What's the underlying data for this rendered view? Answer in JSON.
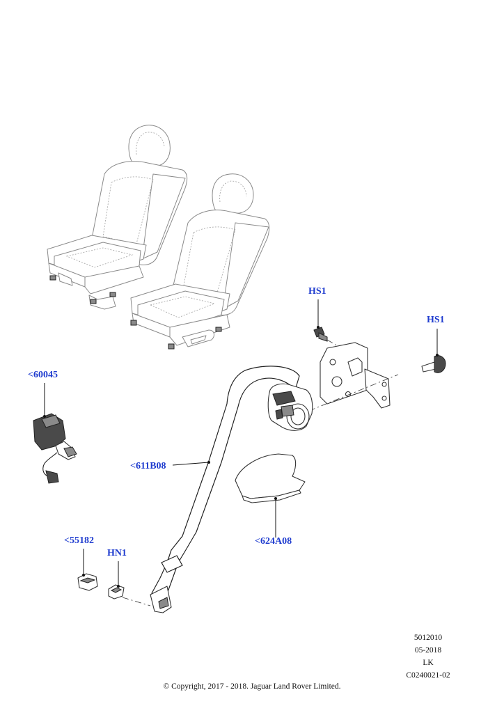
{
  "callouts": {
    "hs1_top": "HS1",
    "hs1_right": "HS1",
    "buckle": "<60045",
    "belt": "<611B08",
    "cover": "<624A08",
    "nut": "<55182",
    "hn1": "HN1"
  },
  "meta": {
    "code": "5012010",
    "date": "05-2018",
    "region": "LK",
    "illustration": "C0240021-02"
  },
  "copyright": "© Copyright, 2017 - 2018. Jaguar Land Rover Limited.",
  "colors": {
    "callout": "#1f3ccf",
    "line": "#333333"
  }
}
